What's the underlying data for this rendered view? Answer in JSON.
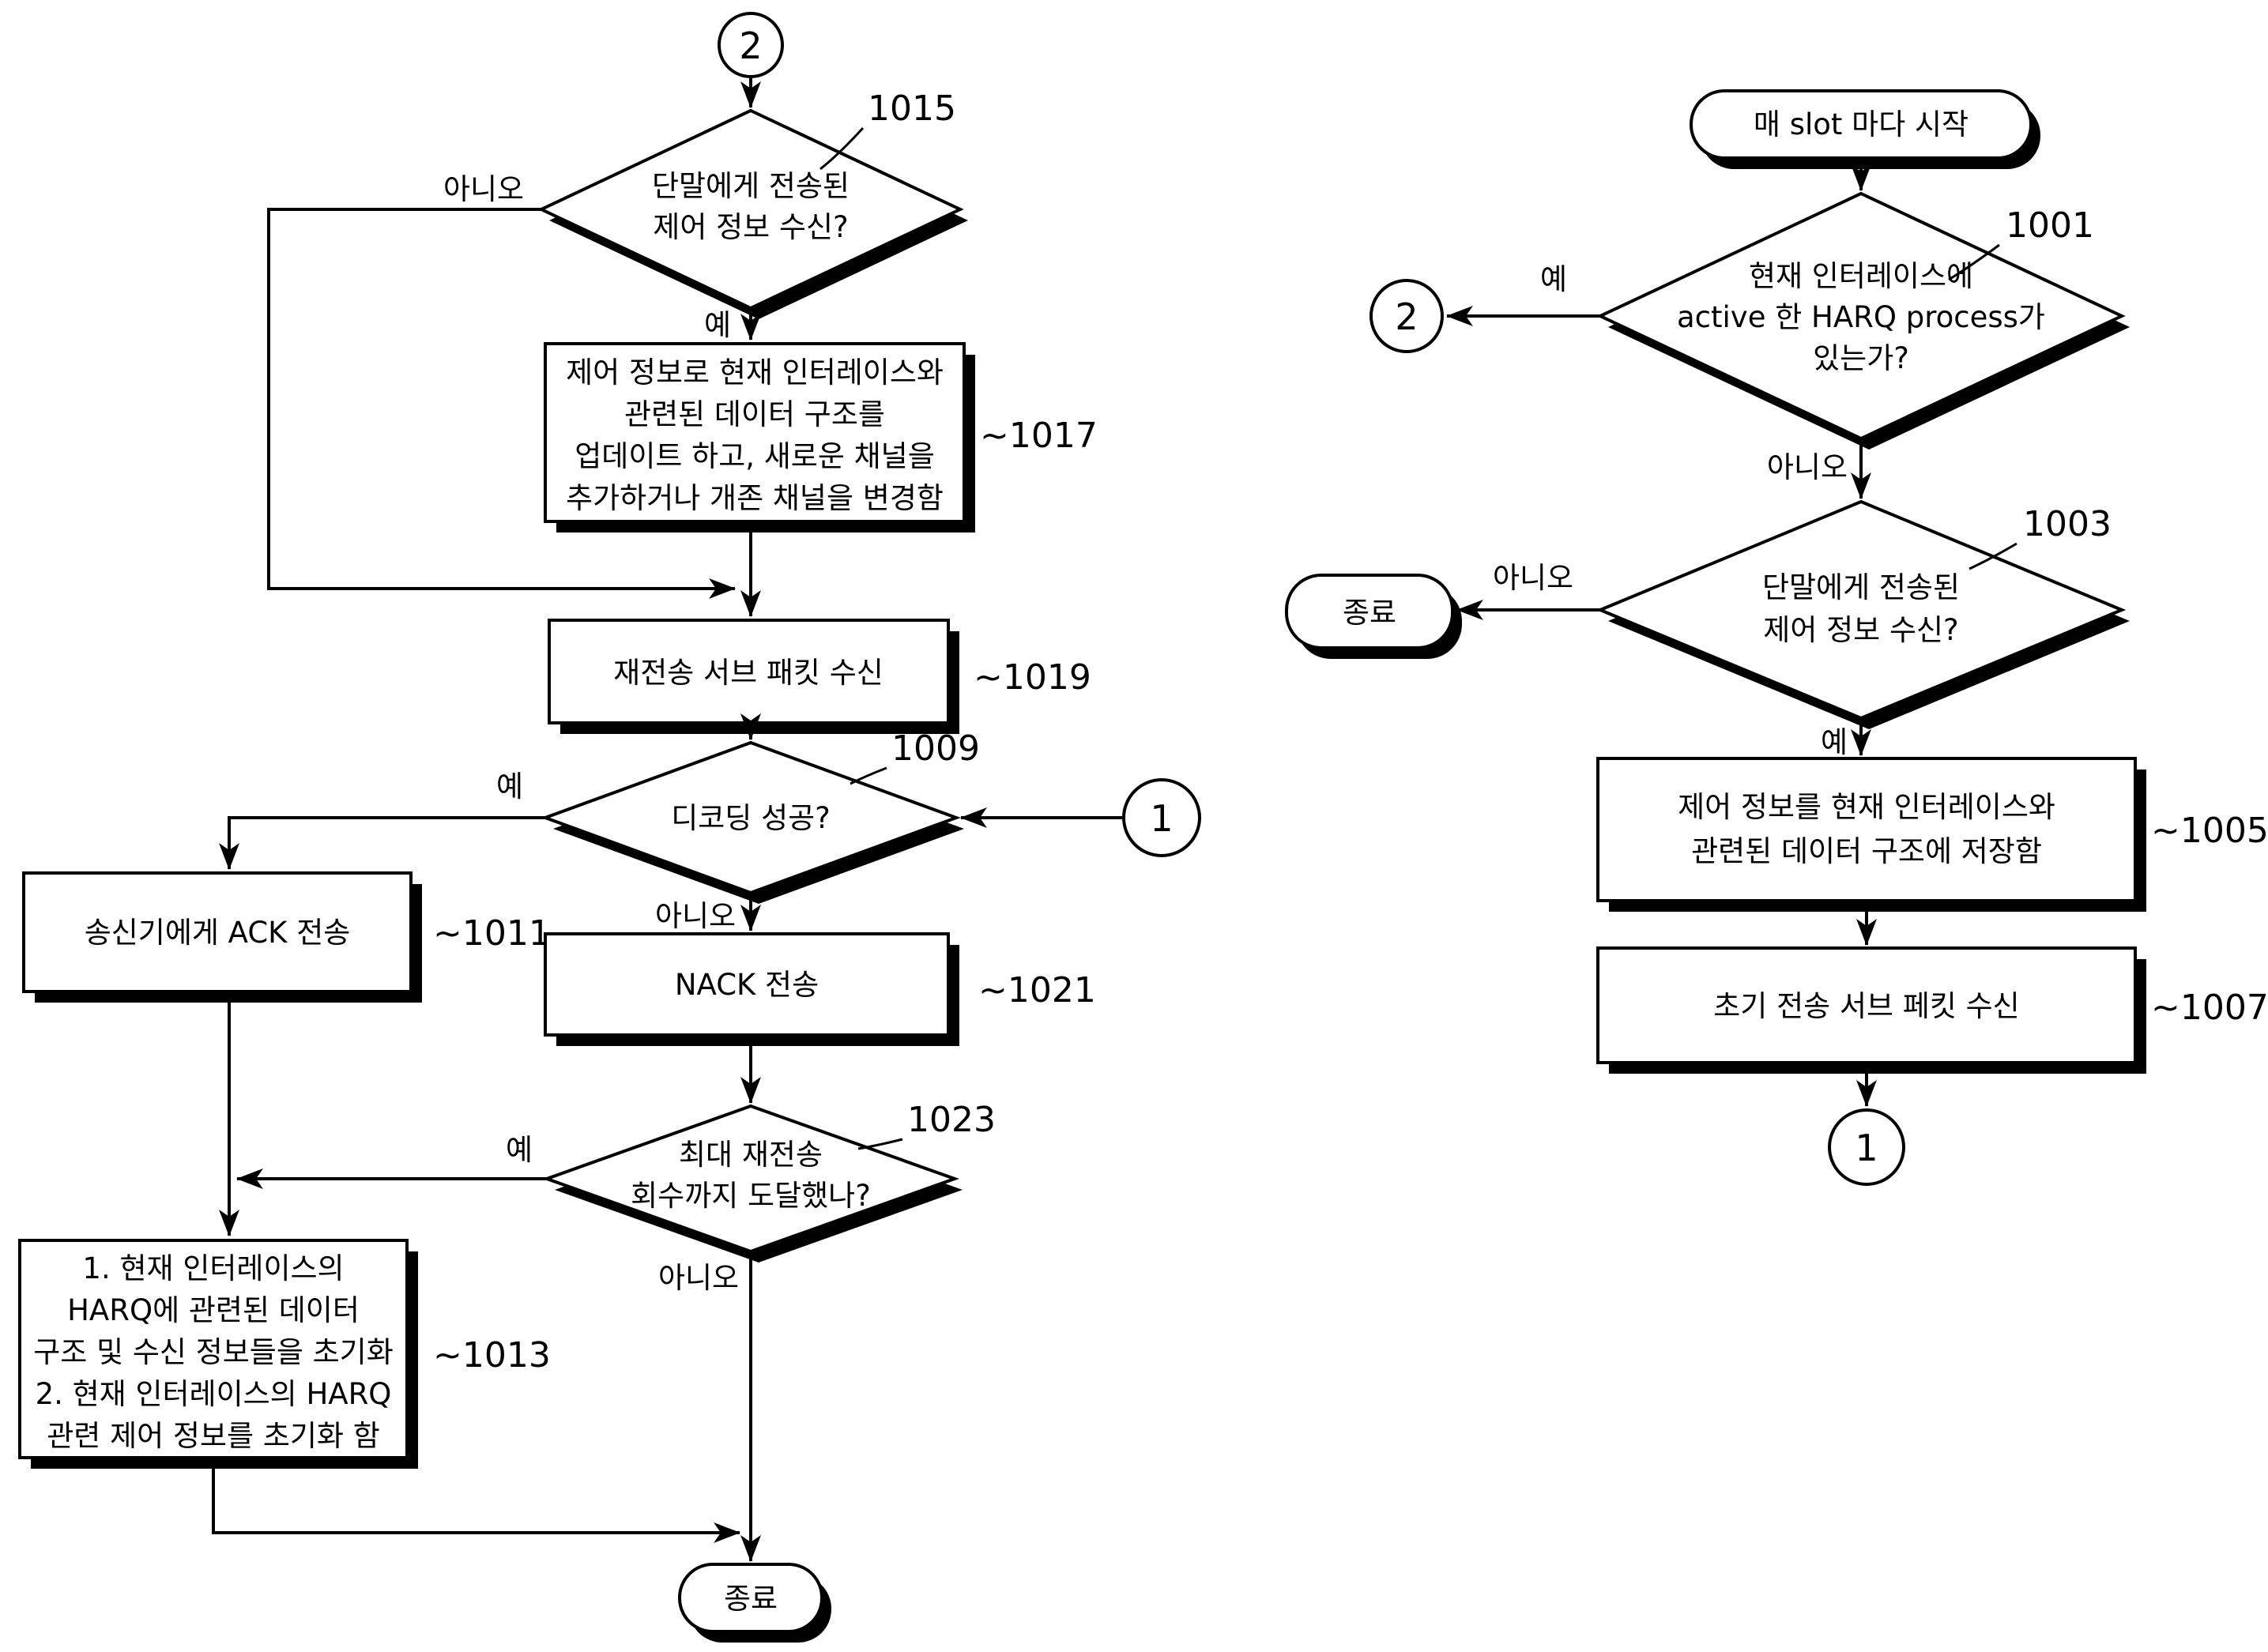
{
  "diagram": {
    "branch_labels": {
      "yes": "예",
      "no": "아니오"
    },
    "colors": {
      "ink": "#000000",
      "paper": "#ffffff"
    },
    "left": {
      "connector_2": {
        "label": "2"
      },
      "d1015": {
        "ref": "1015",
        "lines": [
          "단말에게 전송된",
          "제어 정보 수신?"
        ]
      },
      "p1017": {
        "ref": "~1017",
        "lines": [
          "제어 정보로 현재 인터레이스와",
          "관련된 데이터 구조를",
          "업데이트 하고, 새로운 채널을",
          "추가하거나 개존 채널을 변경함"
        ]
      },
      "p1019": {
        "ref": "~1019",
        "lines": [
          "재전송 서브 패킷 수신"
        ]
      },
      "d1009": {
        "ref": "1009",
        "lines": [
          "디코딩 성공?"
        ]
      },
      "connector_1": {
        "label": "1"
      },
      "p1011": {
        "ref": "~1011",
        "lines": [
          "송신기에게 ACK 전송"
        ]
      },
      "p1021": {
        "ref": "~1021",
        "lines": [
          "NACK 전송"
        ]
      },
      "d1023": {
        "ref": "1023",
        "lines": [
          "최대 재전송",
          "회수까지 도달했나?"
        ]
      },
      "p1013": {
        "ref": "~1013",
        "lines": [
          "1. 현재 인터레이스의",
          "HARQ에 관련된 데이터",
          "구조 및 수신 정보들을 초기화",
          "2. 현재 인터레이스의 HARQ",
          "관련 제어 정보를 초기화 함"
        ]
      },
      "end": {
        "label": "종료"
      }
    },
    "right": {
      "start": {
        "label": "매 slot 마다 시작"
      },
      "d1001": {
        "ref": "1001",
        "lines": [
          "현재 인터레이스에",
          "active 한 HARQ process가",
          "있는가?"
        ]
      },
      "connector_2": {
        "label": "2"
      },
      "d1003": {
        "ref": "1003",
        "lines": [
          "단말에게 전송된",
          "제어 정보 수신?"
        ]
      },
      "end": {
        "label": "종료"
      },
      "p1005": {
        "ref": "~1005",
        "lines": [
          "제어 정보를 현재 인터레이스와",
          "관련된 데이터 구조에 저장함"
        ]
      },
      "p1007": {
        "ref": "~1007",
        "lines": [
          "초기 전송 서브 페킷 수신"
        ]
      },
      "connector_1": {
        "label": "1"
      }
    }
  }
}
